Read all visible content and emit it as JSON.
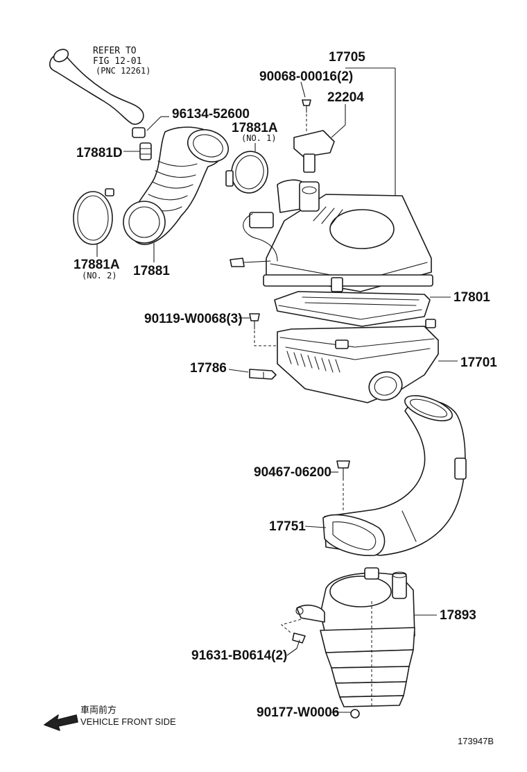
{
  "refer": {
    "line1": "REFER TO",
    "line2": "FIG 12-01",
    "line3": "(PNC 12261)"
  },
  "parts": {
    "p17705": "17705",
    "p90068": "90068-00016(2)",
    "p22204": "22204",
    "p96134": "96134-52600",
    "p17881A_1": "17881A",
    "p17881A_1_sub": "(NO. 1)",
    "p17881D": "17881D",
    "p17881A_2": "17881A",
    "p17881A_2_sub": "(NO. 2)",
    "p17881": "17881",
    "p17801": "17801",
    "p90119": "90119-W0068(3)",
    "p17701": "17701",
    "p17786": "17786",
    "p90467": "90467-06200",
    "p17751": "17751",
    "p17893": "17893",
    "p91631": "91631-B0614(2)",
    "p90177": "90177-W0006"
  },
  "direction": {
    "japanese": "車両前方",
    "english": "VEHICLE FRONT SIDE"
  },
  "diagram_id": "173947B"
}
